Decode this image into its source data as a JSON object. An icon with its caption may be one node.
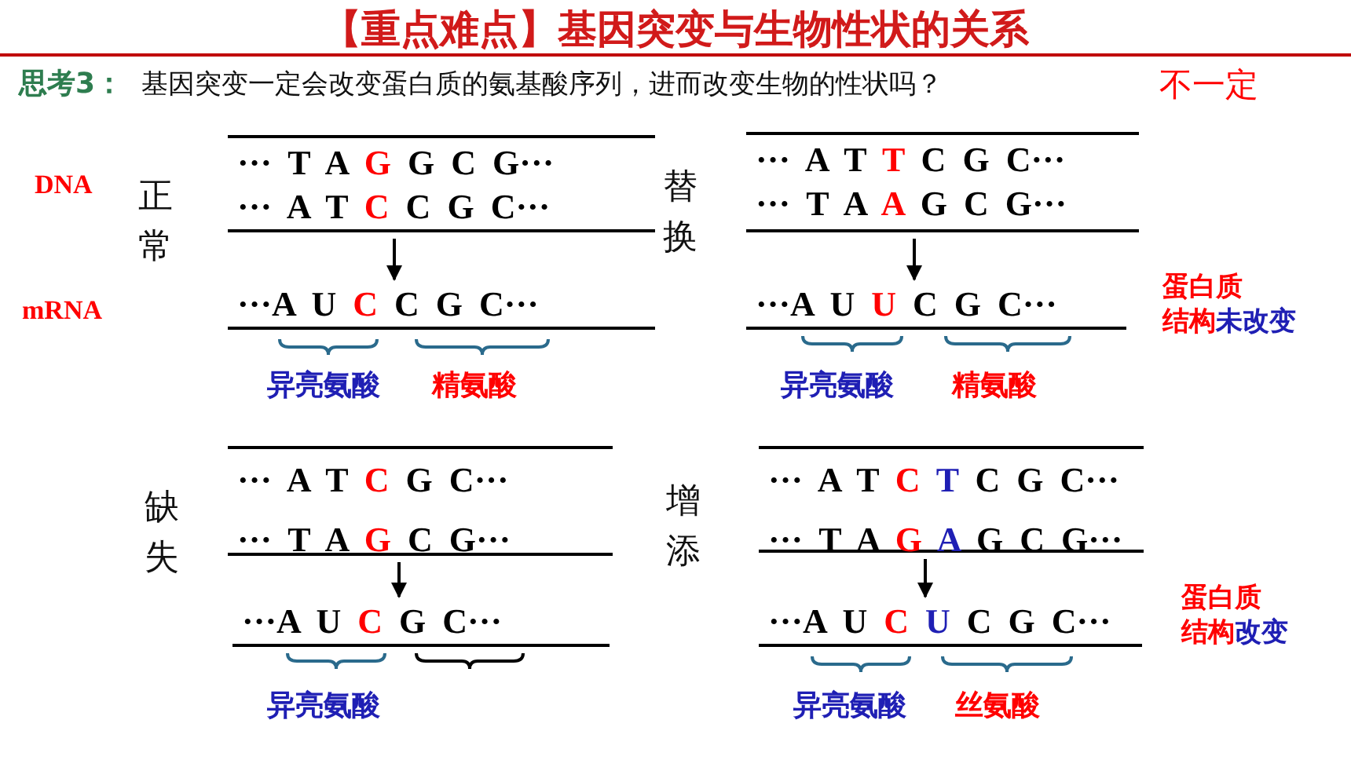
{
  "diagram": {
    "title": "【重点难点】基因突变与生物性状的关系",
    "nodes": [
      {
        "text": [
          "··· T A G G C G···",
          "··· A T C C G C···"
        ]
      },
      {
        "text": [
          "···A U C C G C···"
        ]
      },
      {
        "text": [
          "··· A T T C G C···",
          "··· T A A G C G···"
        ]
      },
      {
        "text": [
          "···A U U C G C···"
        ]
      },
      {
        "text": [
          "··· A T C G C···",
          "··· T A G C G···"
        ]
      },
      {
        "text": [
          "···A U C G C···"
        ]
      },
      {
        "text": [
          "··· A T C T C G C···",
          "··· T A G A G C G···"
        ]
      },
      {
        "text": [
          "···A U C U C G C···"
        ]
      }
    ],
    "edges": [
      {
        "from": 0,
        "to": 1,
        "arrow": "to"
      },
      {
        "from": 2,
        "to": 3,
        "arrow": "to"
      },
      {
        "from": 4,
        "to": 5,
        "arrow": "to"
      },
      {
        "from": 6,
        "to": 7,
        "arrow": "to"
      }
    ],
    "labels": [
      "思考3：",
      "基因突变一定会改变蛋白质的氨基酸序列，进而改变生物的性状吗？",
      "不一定",
      "DNA",
      "正常",
      "替换",
      "mRNA",
      "蛋白质结构未改变",
      "异亮氨酸",
      "精氨酸",
      "异亮氨酸",
      "精氨酸",
      "缺失",
      "增添",
      "蛋白质结构改变",
      "异亮氨酸",
      "异亮氨酸",
      "丝氨酸"
    ]
  }
}
